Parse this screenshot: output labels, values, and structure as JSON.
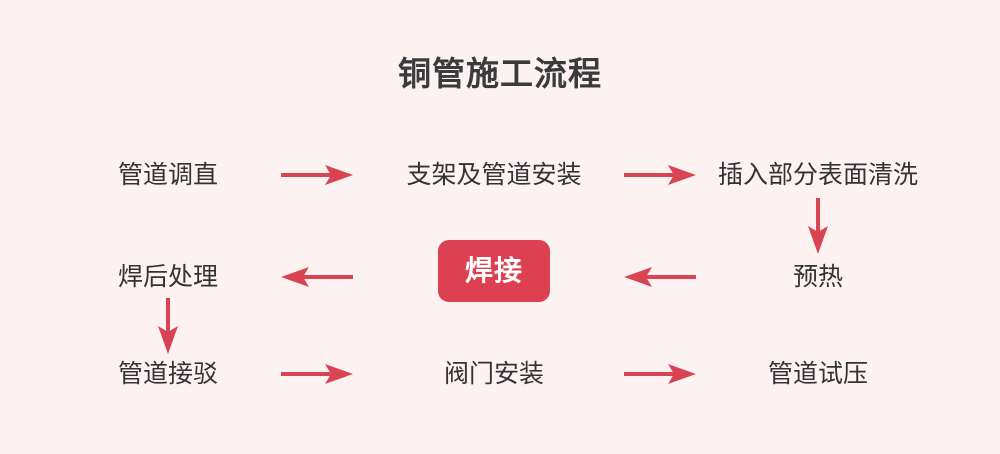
{
  "title": "铜管施工流程",
  "colors": {
    "background": "#fdf2f2",
    "accent": "#dd4051",
    "arrow": "#d94452",
    "text": "#333335",
    "title_text": "#3b3b3d",
    "highlight_text": "#ffffff"
  },
  "chart_data": {
    "type": "diagram",
    "title": "铜管施工流程",
    "layout": "3x3 snake flow (left-to-right, right-to-left, left-to-right)",
    "nodes": [
      {
        "id": "n1",
        "label": "管道调直",
        "row": 1,
        "col": 1,
        "highlight": false
      },
      {
        "id": "n2",
        "label": "支架及管道安装",
        "row": 1,
        "col": 2,
        "highlight": false
      },
      {
        "id": "n3",
        "label": "插入部分表面清洗",
        "row": 1,
        "col": 3,
        "highlight": false
      },
      {
        "id": "n4",
        "label": "预热",
        "row": 2,
        "col": 3,
        "highlight": false
      },
      {
        "id": "n5",
        "label": "焊接",
        "row": 2,
        "col": 2,
        "highlight": true
      },
      {
        "id": "n6",
        "label": "焊后处理",
        "row": 2,
        "col": 1,
        "highlight": false
      },
      {
        "id": "n7",
        "label": "管道接驳",
        "row": 3,
        "col": 1,
        "highlight": false
      },
      {
        "id": "n8",
        "label": "阀门安装",
        "row": 3,
        "col": 2,
        "highlight": false
      },
      {
        "id": "n9",
        "label": "管道试压",
        "row": 3,
        "col": 3,
        "highlight": false
      }
    ],
    "edges": [
      {
        "from": "n1",
        "to": "n2",
        "direction": "right"
      },
      {
        "from": "n2",
        "to": "n3",
        "direction": "right"
      },
      {
        "from": "n3",
        "to": "n4",
        "direction": "down"
      },
      {
        "from": "n4",
        "to": "n5",
        "direction": "left"
      },
      {
        "from": "n5",
        "to": "n6",
        "direction": "left"
      },
      {
        "from": "n6",
        "to": "n7",
        "direction": "down"
      },
      {
        "from": "n7",
        "to": "n8",
        "direction": "right"
      },
      {
        "from": "n8",
        "to": "n9",
        "direction": "right"
      }
    ]
  },
  "nodes": {
    "n1": "管道调直",
    "n2": "支架及管道安装",
    "n3": "插入部分表面清洗",
    "n4": "预热",
    "n5": "焊接",
    "n6": "焊后处理",
    "n7": "管道接驳",
    "n8": "阀门安装",
    "n9": "管道试压"
  }
}
